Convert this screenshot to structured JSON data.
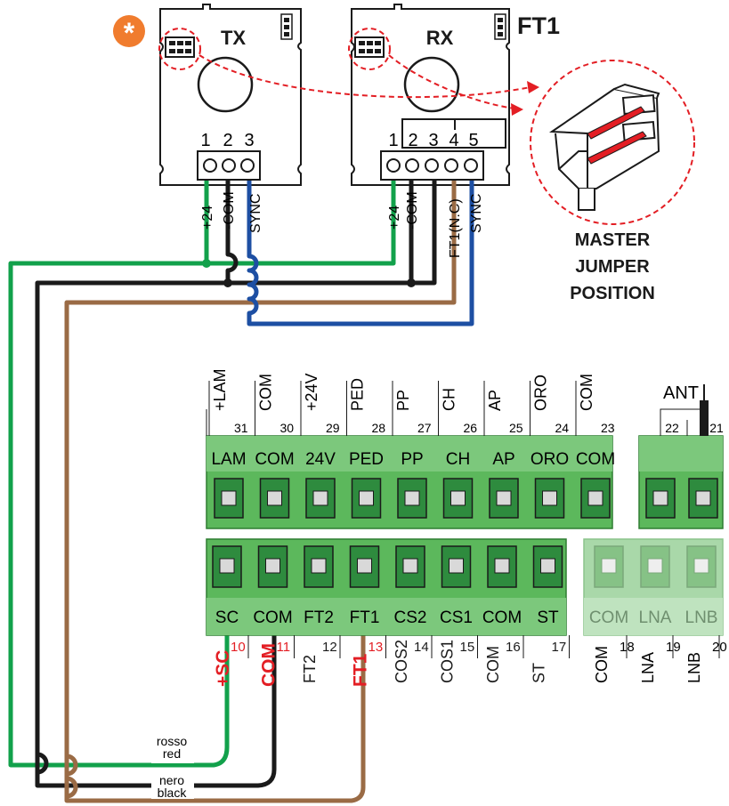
{
  "star_badge": "*",
  "tx": {
    "title": "TX",
    "terminal_numbers": [
      "1",
      "2",
      "3"
    ],
    "wire_labels": [
      "+24",
      "-COM",
      "SYNC"
    ]
  },
  "rx": {
    "title": "RX",
    "side_label": "FT1",
    "terminal_numbers": [
      "1",
      "2",
      "3",
      "4",
      "5"
    ],
    "wire_labels": [
      "+24",
      "-COM",
      "FT1(N.C)",
      "SYNC"
    ]
  },
  "jumper": {
    "caption_line1": "MASTER",
    "caption_line2": "JUMPER",
    "caption_line3": "POSITION"
  },
  "upper_block": {
    "top_labels": [
      "+LAM",
      "COM",
      "+24V",
      "PED",
      "PP",
      "CH",
      "AP",
      "ORO",
      "COM"
    ],
    "numbers": [
      "31",
      "30",
      "29",
      "28",
      "27",
      "26",
      "25",
      "24",
      "23"
    ],
    "face_labels": [
      "LAM",
      "COM",
      "24V",
      "PED",
      "PP",
      "CH",
      "AP",
      "ORO",
      "COM"
    ]
  },
  "antenna_block": {
    "label": "ANT",
    "numbers": [
      "22",
      "21"
    ]
  },
  "lower_block": {
    "face_labels": [
      "SC",
      "COM",
      "FT2",
      "FT1",
      "CS2",
      "CS1",
      "COM",
      "ST"
    ],
    "numbers": [
      "10",
      "11",
      "12",
      "13",
      "14",
      "15",
      "16",
      "17"
    ],
    "bottom_labels": [
      "+SC",
      "COM",
      "FT2",
      "FT1",
      "COS2",
      "COS1",
      "COM",
      "ST"
    ]
  },
  "lower_faded_block": {
    "face_labels": [
      "COM",
      "LNA",
      "LNB"
    ],
    "numbers": [
      "18",
      "19",
      "20"
    ],
    "bottom_labels": [
      "COM",
      "LNA",
      "LNB"
    ]
  },
  "wire_tags": {
    "red_it": "rosso",
    "red_en": "red",
    "black_it": "nero",
    "black_en": "black"
  },
  "colors": {
    "green_wire": "#12a14b",
    "black_wire": "#1a1a1a",
    "brown_wire": "#9a6b45",
    "blue_wire": "#1d4fa3",
    "terminal_green": "#5cb85c",
    "terminal_dark": "#2e8b3e",
    "highlight_red": "#e31e24",
    "badge_orange": "#f07c2e"
  }
}
